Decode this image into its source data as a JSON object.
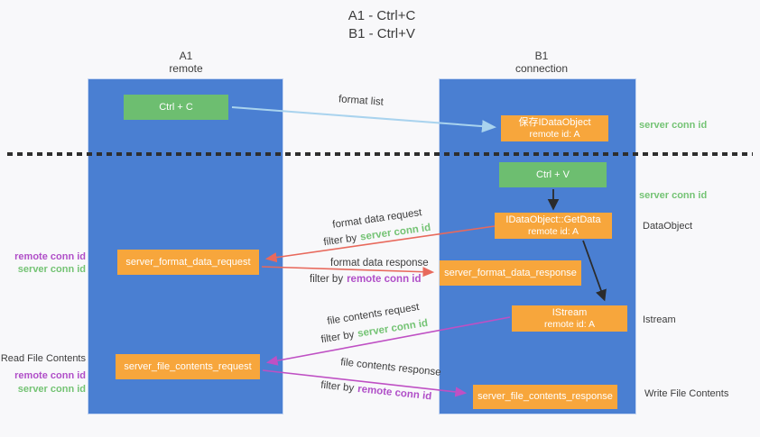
{
  "title": {
    "line1": "A1 - Ctrl+C",
    "line2": "B1 - Ctrl+V"
  },
  "columns": {
    "a1": {
      "line1": "A1",
      "line2": "remote"
    },
    "b1": {
      "line1": "B1",
      "line2": "connection"
    }
  },
  "nodes": {
    "ctrl_c": {
      "label": "Ctrl + C"
    },
    "save_dataobject": {
      "line1": "保存IDataObject",
      "line2": "remote id: A"
    },
    "ctrl_v": {
      "label": "Ctrl + V"
    },
    "getdata": {
      "line1": "IDataObject::GetData",
      "line2": "remote id: A"
    },
    "format_request": {
      "label": "server_format_data_request"
    },
    "format_response": {
      "label": "server_format_data_response"
    },
    "istream": {
      "line1": "IStream",
      "line2": "remote id: A"
    },
    "file_request": {
      "label": "server_file_contents_request"
    },
    "file_response": {
      "label": "server_file_contents_response"
    }
  },
  "flow_labels": {
    "format_list": "format list",
    "format_data_request": "format data request",
    "filter_server_1": {
      "prefix": "filter by",
      "value": "server conn id"
    },
    "format_data_response": "format data response",
    "filter_remote_1": {
      "prefix": "filter by",
      "value": "remote conn id"
    },
    "file_contents_request": "file contents request",
    "filter_server_2": {
      "prefix": "filter by",
      "value": "server conn id"
    },
    "file_contents_response": "file contents response",
    "filter_remote_2": {
      "prefix": "filter by",
      "value": "remote conn id"
    }
  },
  "side_labels": {
    "right_server_conn_id_1": "server conn id",
    "right_server_conn_id_2": "server conn id",
    "right_dataobject": "DataObject",
    "right_istream": "Istream",
    "right_write_file_contents": "Write File Contents",
    "left_remote_conn_id_1": "remote conn id",
    "left_server_conn_id_1": "server conn id",
    "left_read_file_contents": "Read File Contents",
    "left_remote_conn_id_2": "remote conn id",
    "left_server_conn_id_2": "server conn id"
  },
  "colors": {
    "background": "#f8f8fa",
    "column_blue": "#4a7fd2",
    "node_green": "#6dbe70",
    "node_orange": "#f7a63c",
    "arrow_blue": "#a9d3ee",
    "arrow_red": "#e8695c",
    "arrow_magenta": "#bf50c4",
    "arrow_black": "#2b2b2b",
    "text_dark": "#3c3c3c",
    "text_green": "#74c374",
    "text_purple": "#b04fc8"
  }
}
